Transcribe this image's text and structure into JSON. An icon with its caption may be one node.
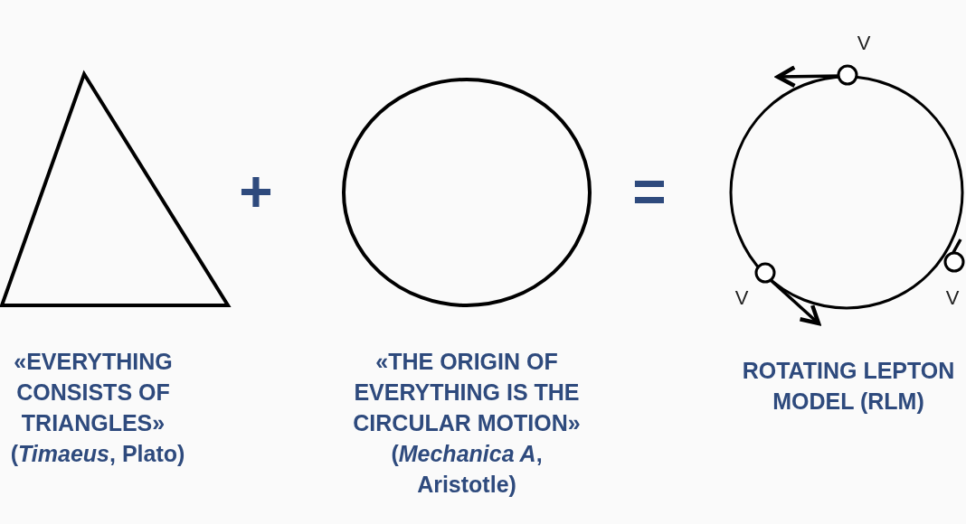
{
  "diagram": {
    "nodes": [
      {
        "text": [],
        "shape": "triangle"
      },
      {
        "text": [],
        "shape": "circle"
      },
      {
        "text": [],
        "shape": "circle"
      }
    ],
    "labels": [
      "V",
      "+",
      "=",
      "V",
      "V",
      "«EVERYTHING CONSISTS OF TRIANGLES»",
      "(*Timaeus*, Plato)",
      "«THE ORIGIN OF EVERYTHING IS THE CIRCULAR MOTION»",
      "(*Mechanica A*, Aristotle)",
      "ROTATING LEPTON MODEL (RLM)"
    ]
  }
}
